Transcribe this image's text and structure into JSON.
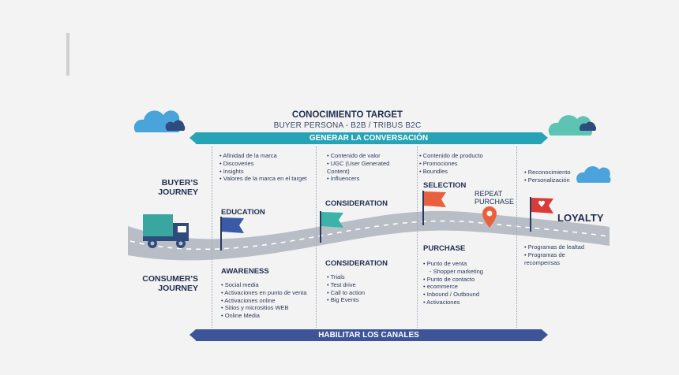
{
  "header": {
    "title": "CONOCIMIENTO TARGET",
    "subtitle": "BUYER PERSONA - B2B / TRIBUS B2C"
  },
  "banners": {
    "top": "GENERAR LA CONVERSACIÓN",
    "bottom": "HABILITAR LOS CANALES"
  },
  "rows": {
    "buyers_journey": "BUYER'S JOURNEY",
    "consumers_journey": "CONSUMER'S JOURNEY"
  },
  "stages": {
    "education": "EDUCATION",
    "consideration_top": "CONSIDERATION",
    "selection": "SELECTION",
    "repeat_purchase": "REPEAT PURCHASE",
    "loyalty": "LOYALTY",
    "awareness": "AWARENESS",
    "consideration_bottom": "CONSIDERATION",
    "purchase": "PURCHASE"
  },
  "lists": {
    "education": [
      "Afinidad de la marca",
      "Discoveries",
      "Insights",
      "Valores de la marca en el target"
    ],
    "consideration_top": [
      "Contenido de valor",
      "UGC (User Generated Content)",
      "Influencers"
    ],
    "selection": [
      "Contenido de producto",
      "Promociones",
      "Boundles"
    ],
    "loyalty_top": [
      "Reconocimiento",
      "Personalización"
    ],
    "awareness": [
      "Social media",
      "Activaciones en punto de venta",
      "Activaciones online",
      "Sitios y micrositios WEB",
      "Online Media"
    ],
    "consideration_bottom": [
      "Trials",
      "Test drive",
      "Call to action",
      "Big Events"
    ],
    "purchase": [
      "Punto de venta",
      "Shopper marketing",
      "Punto de contacto",
      "ecommerce",
      "Inbound / Outbound",
      "Activaciones"
    ],
    "loyalty_bottom": [
      "Programas de lealtad",
      "Programas de recompensas"
    ]
  },
  "colors": {
    "teal": "#27a3b6",
    "navy": "#3d5499",
    "road": "#b9bec6",
    "flag_blue": "#3a5aa8",
    "flag_teal": "#3bb3a8",
    "flag_orange": "#e8603c",
    "flag_red": "#d93a3a",
    "cloud_blue": "#4aa3db",
    "cloud_teal": "#5dc3b2"
  },
  "icons": [
    "truck-icon",
    "flag-icon",
    "location-pin-icon",
    "heart-flag-icon",
    "cloud-icon"
  ]
}
